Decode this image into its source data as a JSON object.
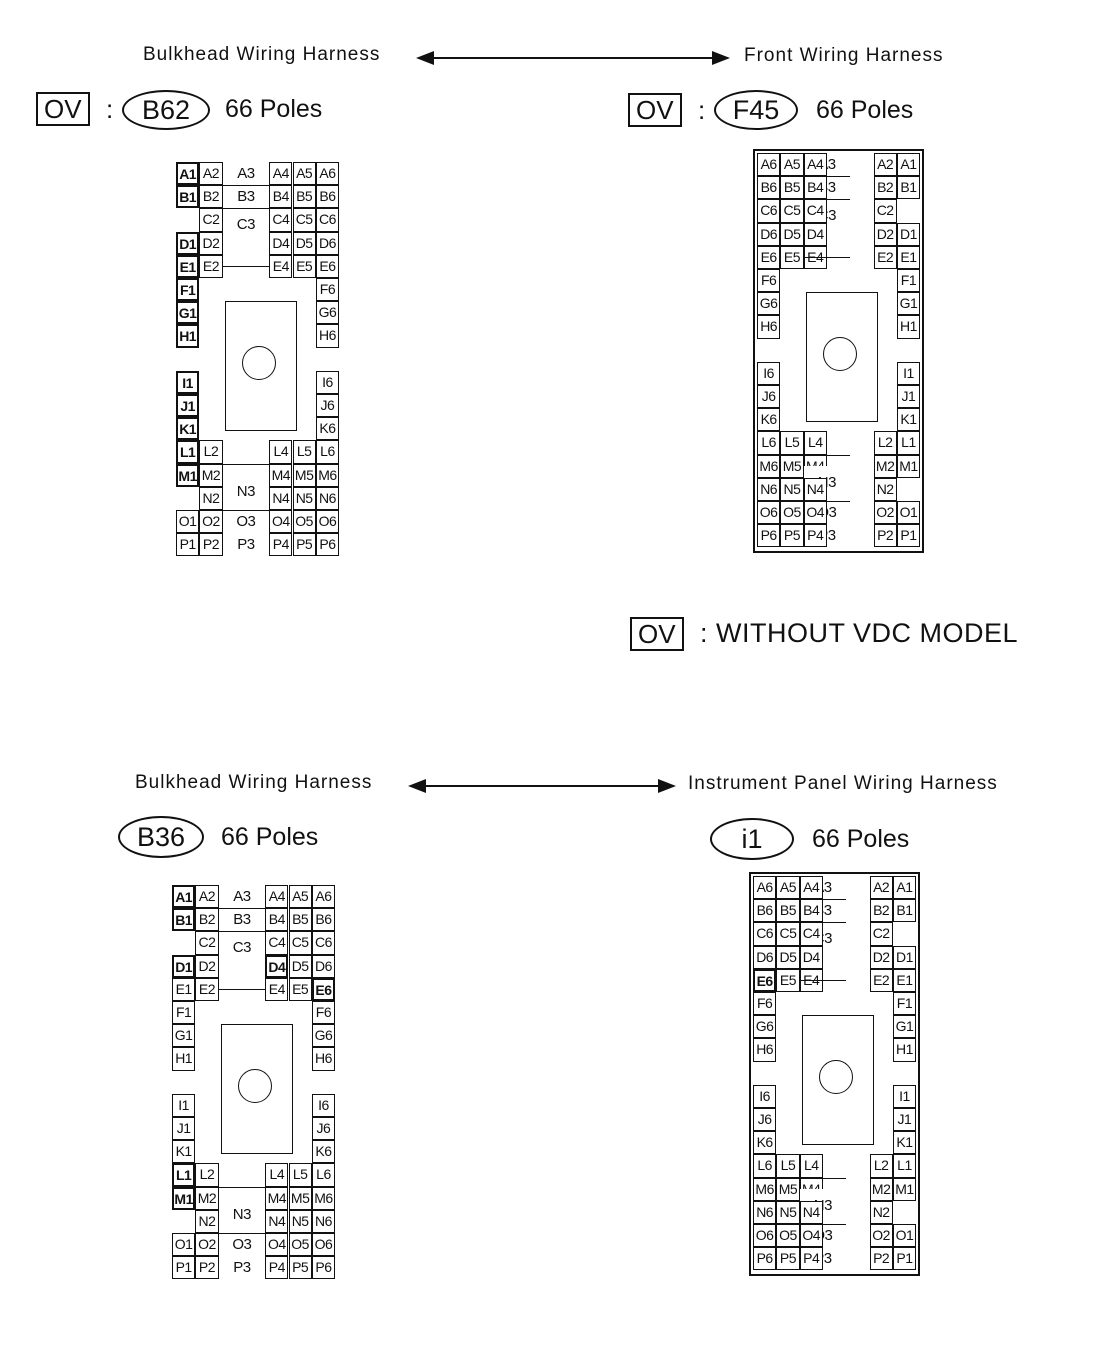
{
  "top": {
    "left_harness": "Bulkhead Wiring Harness",
    "right_harness": "Front Wiring Harness",
    "left_code_box": "OV",
    "left_colon": ":",
    "left_connector": "B62",
    "left_poles": "66 Poles",
    "right_code_box": "OV",
    "right_colon": ":",
    "right_connector": "F45",
    "right_poles": "66 Poles"
  },
  "note": {
    "code_box": "OV",
    "text": ": WITHOUT  VDC MODEL"
  },
  "bottom": {
    "left_harness": "Bulkhead Wiring Harness",
    "right_harness": "Instrument Panel Wiring Harness",
    "left_connector": "B36",
    "left_poles": "66 Poles",
    "right_connector": "i1",
    "right_poles": "66 Poles"
  }
}
